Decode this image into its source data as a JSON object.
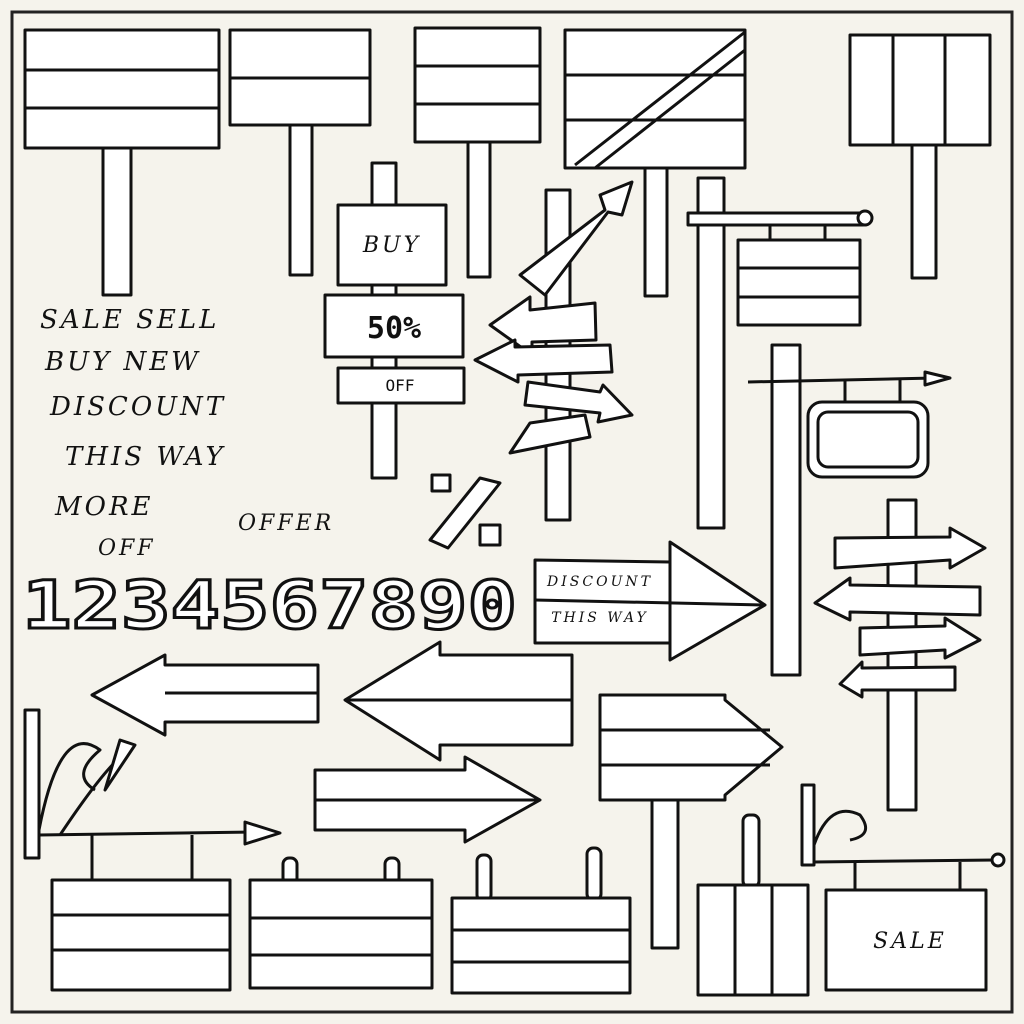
{
  "colors": {
    "background": "#f5f3ec",
    "ink": "#111111",
    "frame": "#222222"
  },
  "sign_texts": {
    "buy": "BUY",
    "fifty_percent": "50%",
    "off": "OFF",
    "percent_symbol": "%",
    "discount": "DISCOUNT",
    "this_way": "THIS WAY",
    "sale": "SALE"
  },
  "word_list": {
    "line1": "SALE  SELL",
    "line2": "BUY  NEW",
    "line3": "DISCOUNT",
    "line4": "THIS WAY",
    "line5": "MORE",
    "line6": "OFFER",
    "line7": "OFF"
  },
  "numerals": "1234567890"
}
